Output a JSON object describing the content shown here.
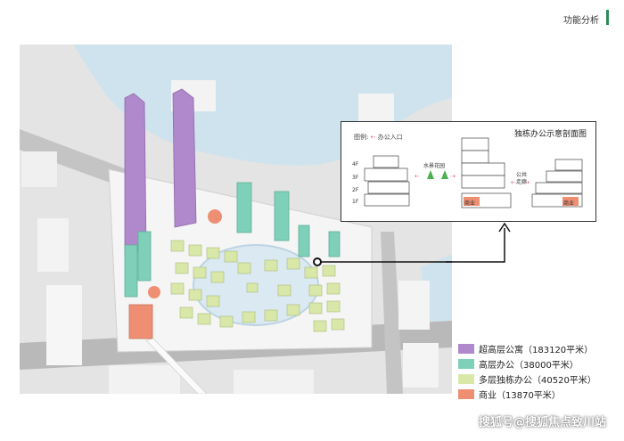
{
  "header": {
    "title": "功能分析",
    "accent_color": "#2e8b57"
  },
  "section_diagram": {
    "title": "独栋办公示意剖面图",
    "legend_label": "图例:",
    "entrance_label": "办公入口",
    "garden_label": "水景花园",
    "corridor_label": "公共走廊",
    "floors": [
      "4F",
      "3F",
      "2F",
      "1F"
    ],
    "shop_label": "商业"
  },
  "legend": {
    "items": [
      {
        "label": "超高层公寓（183120平米）",
        "color": "#b088cc"
      },
      {
        "label": "高层办公（38000平米）",
        "color": "#7fd0b8"
      },
      {
        "label": "多层独栋办公（40520平米）",
        "color": "#d9e8a8"
      },
      {
        "label": "商业（13870平米）",
        "color": "#ee8f73"
      }
    ]
  },
  "watermark": {
    "text": "搜狐号@搜狐焦点致川站"
  }
}
